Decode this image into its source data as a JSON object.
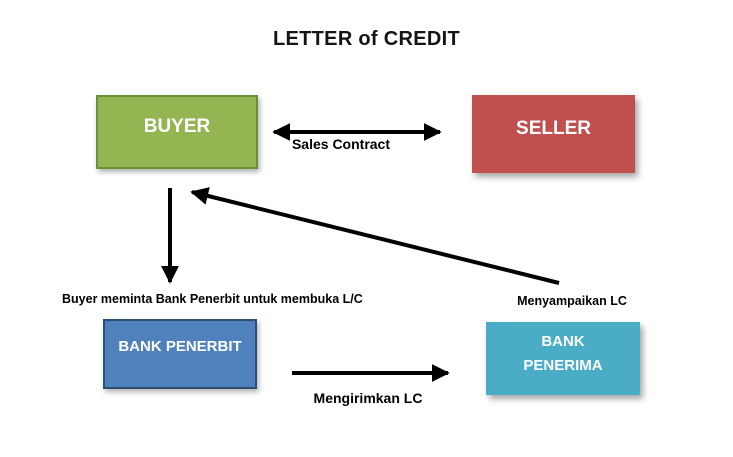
{
  "title": "LETTER of CREDIT",
  "nodes": {
    "buyer": {
      "label": "BUYER",
      "fill": "#94B551",
      "border": "#6E8F3A"
    },
    "seller": {
      "label": "SELLER",
      "fill": "#C0504D",
      "border": "#C0504D"
    },
    "bank_penerbit": {
      "label": "BANK PENERBIT",
      "fill": "#4F81BD",
      "border": "#2E5070"
    },
    "bank_penerima": {
      "label": "BANK PENERIMA",
      "fill": "#4BACC6",
      "border": "#4BACC6"
    }
  },
  "edges": {
    "sales_contract": {
      "label": "Sales Contract",
      "from": "buyer",
      "to": "seller",
      "direction": "both"
    },
    "request_lc": {
      "label": "Buyer meminta Bank Penerbit untuk membuka L/C",
      "from": "buyer",
      "to": "bank_penerbit",
      "direction": "down"
    },
    "mengirimkan_lc": {
      "label": "Mengirimkan LC",
      "from": "bank_penerbit",
      "to": "bank_penerima",
      "direction": "right"
    },
    "menyampaikan_lc": {
      "label": "Menyampaikan LC",
      "from": "bank_penerima",
      "to": "seller",
      "direction": "up"
    }
  },
  "colors": {
    "background": "#FFFFFF",
    "arrow": "#000000",
    "label_text": "#000000",
    "box_text": "#FFFFFF"
  }
}
